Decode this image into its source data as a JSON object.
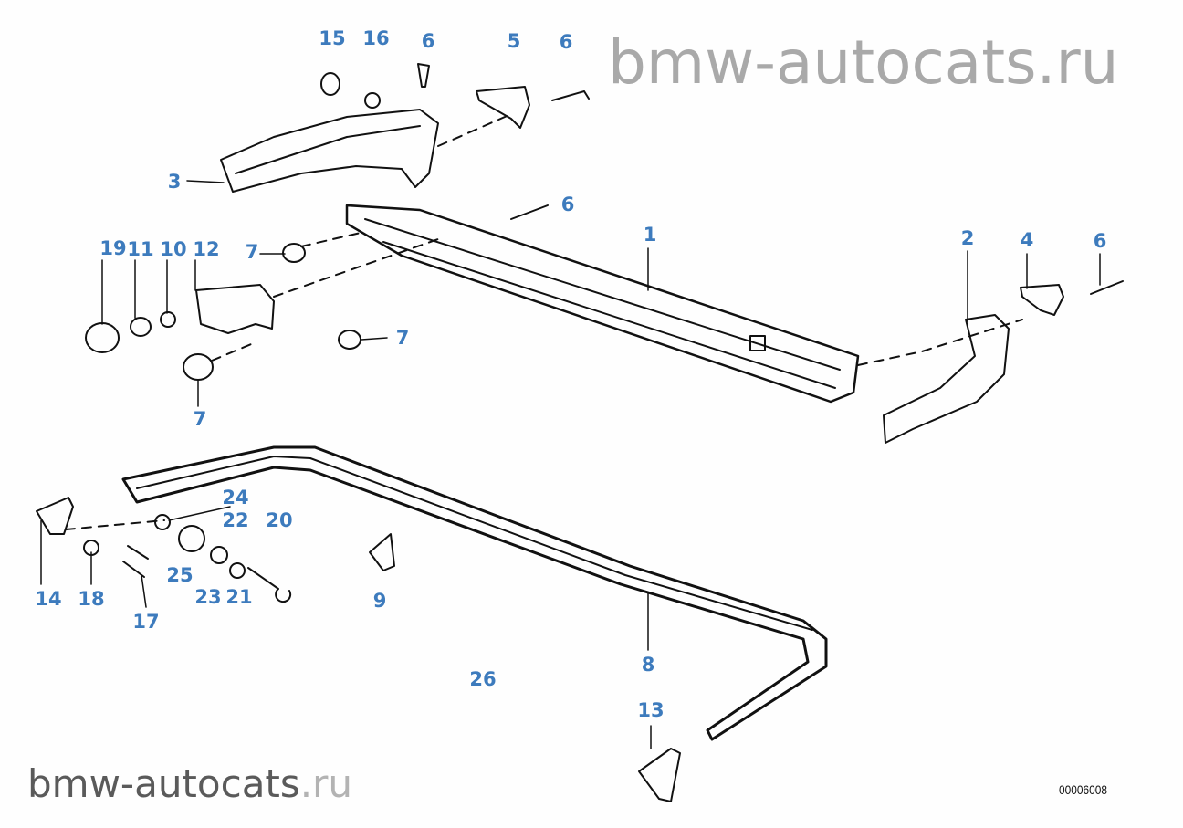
{
  "watermark_top": "bmw-autocats.ru",
  "watermark_bottom": {
    "main": "bmw-autocats",
    "suffix": ".ru"
  },
  "diagram_code": "00006008",
  "callouts": [
    {
      "id": "15",
      "text": "15"
    },
    {
      "id": "16",
      "text": "16"
    },
    {
      "id": "6a",
      "text": "6"
    },
    {
      "id": "5",
      "text": "5"
    },
    {
      "id": "6b",
      "text": "6"
    },
    {
      "id": "3",
      "text": "3"
    },
    {
      "id": "6c",
      "text": "6"
    },
    {
      "id": "1",
      "text": "1"
    },
    {
      "id": "2",
      "text": "2"
    },
    {
      "id": "4",
      "text": "4"
    },
    {
      "id": "6d",
      "text": "6"
    },
    {
      "id": "19",
      "text": "19"
    },
    {
      "id": "11",
      "text": "11"
    },
    {
      "id": "10",
      "text": "10"
    },
    {
      "id": "12",
      "text": "12"
    },
    {
      "id": "7a",
      "text": "7"
    },
    {
      "id": "7b",
      "text": "7"
    },
    {
      "id": "7c",
      "text": "7"
    },
    {
      "id": "24",
      "text": "24"
    },
    {
      "id": "22",
      "text": "22"
    },
    {
      "id": "20",
      "text": "20"
    },
    {
      "id": "14",
      "text": "14"
    },
    {
      "id": "18",
      "text": "18"
    },
    {
      "id": "25",
      "text": "25"
    },
    {
      "id": "23",
      "text": "23"
    },
    {
      "id": "21",
      "text": "21"
    },
    {
      "id": "17",
      "text": "17"
    },
    {
      "id": "9",
      "text": "9"
    },
    {
      "id": "8",
      "text": "8"
    },
    {
      "id": "26",
      "text": "26"
    },
    {
      "id": "13",
      "text": "13"
    }
  ],
  "colors": {
    "callout": "#3d7bbd",
    "line": "#111111",
    "watermark": "#a9a9a9"
  }
}
